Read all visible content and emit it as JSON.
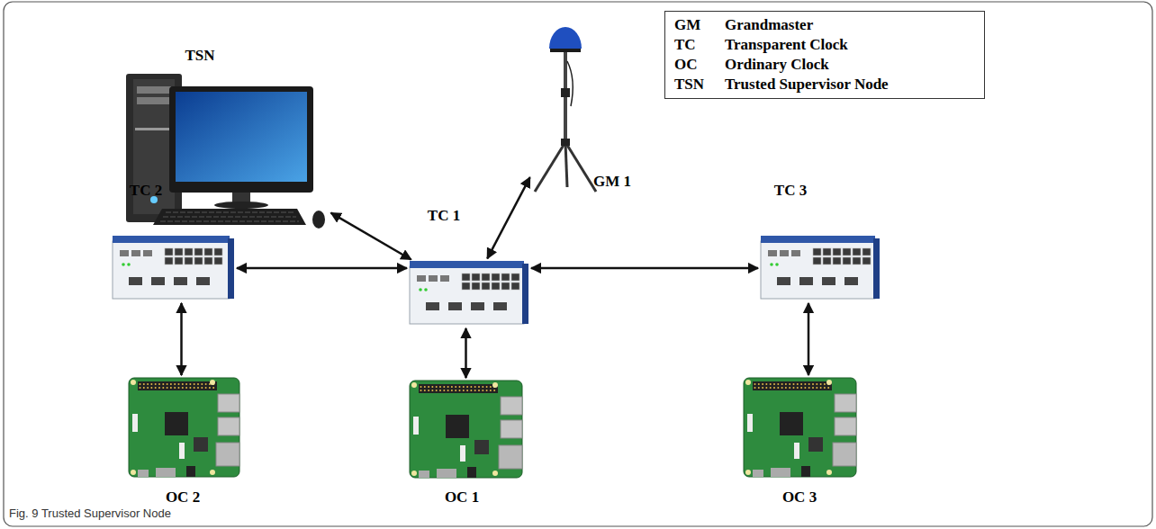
{
  "diagram": {
    "caption": "Fig. 9 Trusted Supervisor Node",
    "nodes": [
      {
        "text": [
          "TSN"
        ]
      },
      {
        "text": [
          "GM 1"
        ]
      },
      {
        "text": [
          "GM",
          "Grandmaster",
          "TC",
          "Transparent Clock",
          "OC",
          "Ordinary Clock",
          "TSN",
          "Trusted Supervisor Node"
        ]
      },
      {
        "text": [
          "TC 2"
        ]
      },
      {
        "text": [
          "TC 1"
        ]
      },
      {
        "text": [
          "TC 3"
        ]
      },
      {
        "text": [
          "OC 2"
        ]
      },
      {
        "text": [
          "OC 1"
        ]
      },
      {
        "text": [
          "OC 3"
        ]
      }
    ],
    "edges": [
      {
        "from": 0,
        "to": 4,
        "arrow": "both"
      },
      {
        "from": 1,
        "to": 4,
        "arrow": "both"
      },
      {
        "from": 3,
        "to": 4,
        "arrow": "both"
      },
      {
        "from": 4,
        "to": 5,
        "arrow": "both"
      },
      {
        "from": 3,
        "to": 6,
        "arrow": "both"
      },
      {
        "from": 4,
        "to": 7,
        "arrow": "both"
      },
      {
        "from": 5,
        "to": 8,
        "arrow": "both"
      }
    ]
  }
}
